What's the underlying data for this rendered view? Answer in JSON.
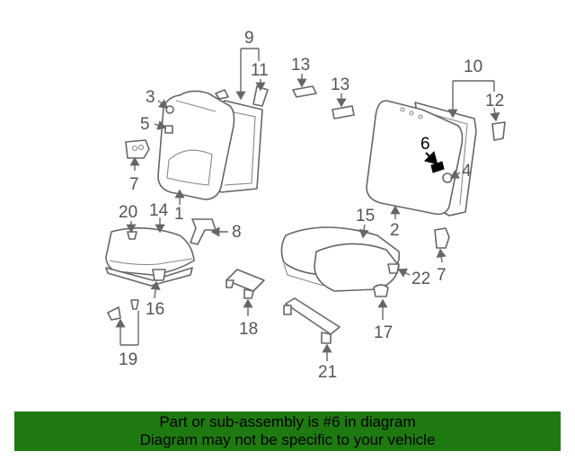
{
  "diagram": {
    "highlight_part": "6",
    "labels": [
      "1",
      "2",
      "3",
      "4",
      "5",
      "6",
      "7",
      "7",
      "8",
      "9",
      "10",
      "11",
      "12",
      "13",
      "13",
      "14",
      "15",
      "16",
      "17",
      "18",
      "19",
      "20",
      "21",
      "22"
    ]
  },
  "banner": {
    "line1": "Part or sub-assembly is #6 in diagram",
    "line2": "Diagram may not be specific to your vehicle",
    "bg_color": "#1e7a10"
  },
  "colors": {
    "line": "#666666",
    "label": "#555555",
    "highlight": "#000000"
  }
}
